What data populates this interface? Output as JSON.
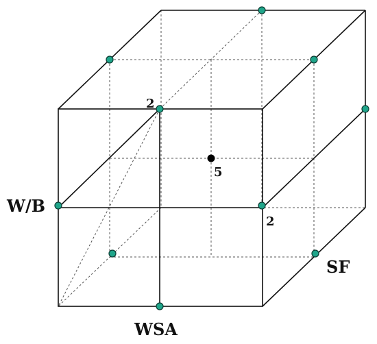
{
  "diagram": {
    "axis_labels": {
      "horizontal": "W/B",
      "vertical": "WSA",
      "depth": "SF"
    },
    "point_labels": {
      "top_front": "2",
      "center": "5",
      "right_front": "2"
    },
    "colors": {
      "edge": "#111111",
      "dashed": "#555555",
      "node_fill": "#1fa58a",
      "node_stroke": "#0b3b32",
      "center_point": "#000000"
    }
  }
}
